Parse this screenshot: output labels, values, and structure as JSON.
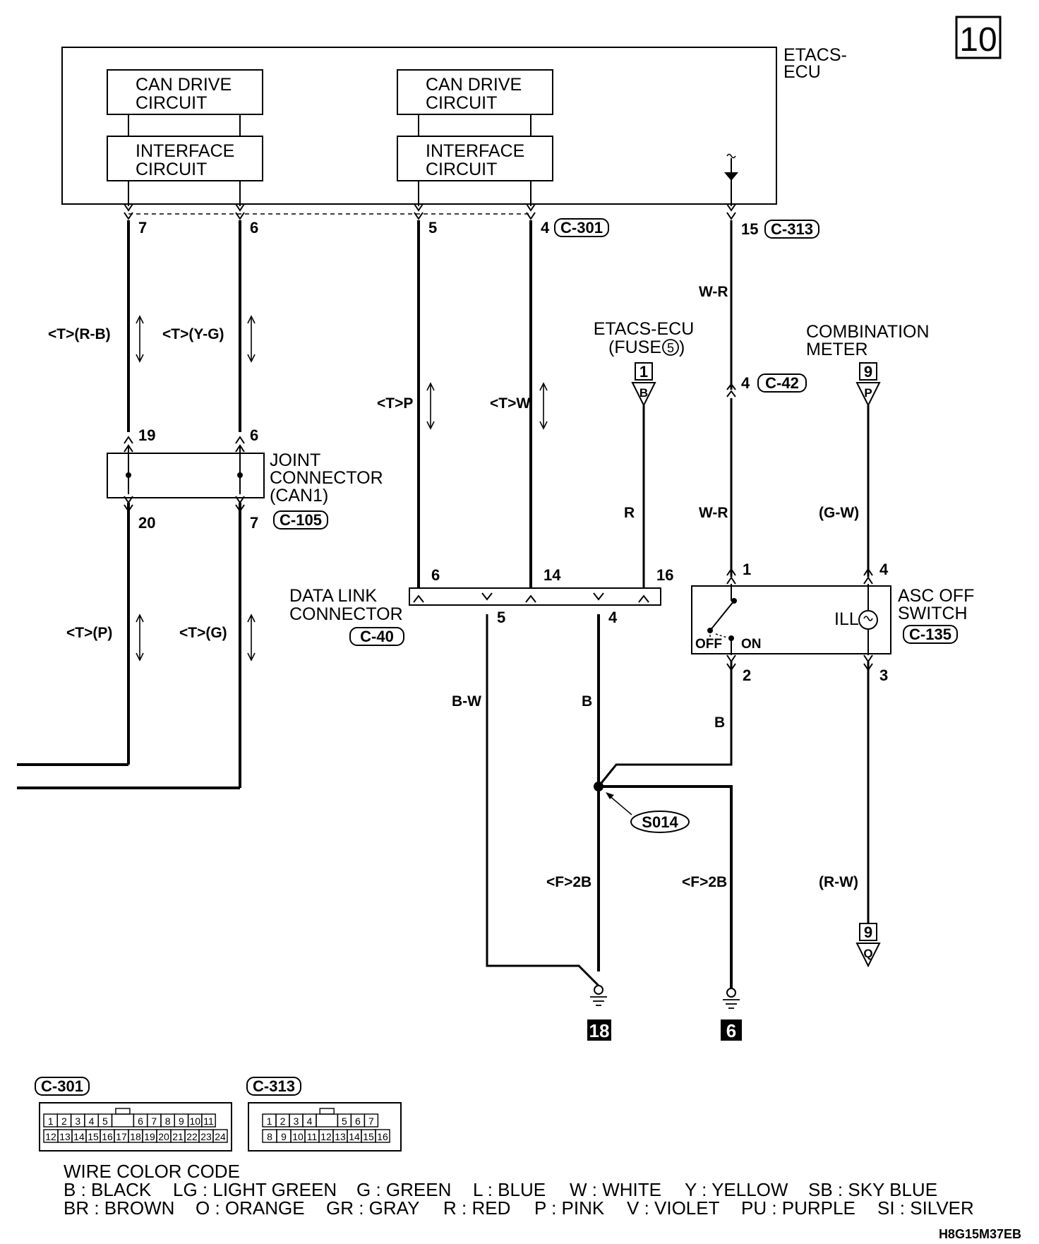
{
  "page_number": "10",
  "diagram_code": "H8G15M37EB",
  "ecu": {
    "label_line1": "ETACS-",
    "label_line2": "ECU"
  },
  "blocks": {
    "can_drive_left": [
      "CAN DRIVE",
      "CIRCUIT"
    ],
    "interface_left": [
      "INTERFACE",
      "CIRCUIT"
    ],
    "can_drive_right": [
      "CAN DRIVE",
      "CIRCUIT"
    ],
    "interface_right": [
      "INTERFACE",
      "CIRCUIT"
    ]
  },
  "connectors": {
    "c301": "C-301",
    "c313": "C-313",
    "c42": "C-42",
    "c105": "C-105",
    "c40": "C-40",
    "c135": "C-135"
  },
  "pins": {
    "ecu_7": "7",
    "ecu_6": "6",
    "ecu_5": "5",
    "ecu_4": "4",
    "ecu_15": "15",
    "joint_19": "19",
    "joint_6": "6",
    "joint_20": "20",
    "joint_7": "7",
    "dlc_6": "6",
    "dlc_14": "14",
    "dlc_16": "16",
    "dlc_5": "5",
    "dlc_4": "4",
    "c42_4": "4",
    "sw_1": "1",
    "sw_4": "4",
    "sw_2": "2",
    "sw_3": "3"
  },
  "wire_colors": {
    "t_rb": "<T>(R-B)",
    "t_yg": "<T>(Y-G)",
    "t_p_upper": "<T>P",
    "t_w": "<T>W",
    "t_p_lower": "<T>(P)",
    "t_g": "<T>(G)",
    "r": "R",
    "wr_upper": "W-R",
    "wr_lower": "W-R",
    "gw": "(G-W)",
    "bw": "B-W",
    "b_left": "B",
    "b_right": "B",
    "f2b_left": "<F>2B",
    "f2b_right": "<F>2B",
    "rw": "(R-W)"
  },
  "components": {
    "etacs_fuse": [
      "ETACS-ECU",
      "(FUSE",
      "5",
      ")"
    ],
    "etacs_fuse_ref": {
      "num": "1",
      "letter": "B"
    },
    "combination_meter": [
      "COMBINATION",
      "METER"
    ],
    "meter_ref_top": {
      "num": "9",
      "letter": "P"
    },
    "meter_ref_bottom": {
      "num": "9",
      "letter": "Q"
    },
    "joint_connector": [
      "JOINT",
      "CONNECTOR",
      "(CAN1)"
    ],
    "data_link_connector": [
      "DATA LINK",
      "CONNECTOR"
    ],
    "asc_off_switch": [
      "ASC OFF",
      "SWITCH"
    ],
    "switch_off": "OFF",
    "switch_on": "ON",
    "switch_ill": "ILL",
    "splice": "S014",
    "ground_left": "18",
    "ground_right": "6"
  },
  "connector_faces": {
    "c301": {
      "title": "C-301",
      "top": [
        "1",
        "2",
        "3",
        "4",
        "5",
        "",
        "6",
        "7",
        "8",
        "9",
        "10",
        "11"
      ],
      "bottom": [
        "12",
        "13",
        "14",
        "15",
        "16",
        "17",
        "18",
        "19",
        "20",
        "21",
        "22",
        "23",
        "24"
      ]
    },
    "c313": {
      "title": "C-313",
      "top": [
        "1",
        "2",
        "3",
        "4",
        "",
        "5",
        "6",
        "7"
      ],
      "bottom": [
        "8",
        "9",
        "10",
        "11",
        "12",
        "13",
        "14",
        "15",
        "16"
      ]
    }
  },
  "color_code": {
    "title": "WIRE COLOR CODE",
    "row1": [
      "B : BLACK",
      "LG : LIGHT GREEN",
      "G : GREEN",
      "L : BLUE",
      "W : WHITE",
      "Y : YELLOW",
      "SB : SKY BLUE"
    ],
    "row2": [
      "BR : BROWN",
      "O : ORANGE",
      "GR : GRAY",
      "R : RED",
      "P : PINK",
      "V : VIOLET",
      "PU : PURPLE",
      "SI : SILVER"
    ]
  }
}
